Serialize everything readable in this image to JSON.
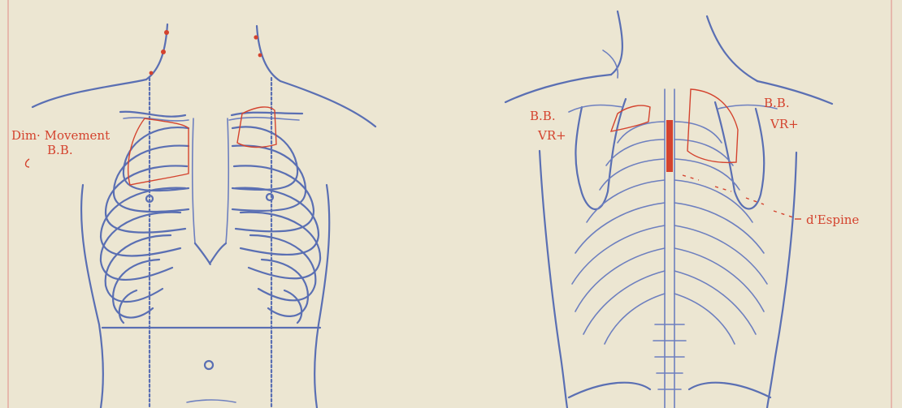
{
  "annotations": {
    "front_left_line1": "Dim· Movement",
    "front_left_line2": "B.B.",
    "back_left_line1": "B.B.",
    "back_left_line2": "VR+",
    "back_right_line1": "B.B.",
    "back_right_line2": "VR+",
    "back_right_sign": "d'Espine"
  },
  "colors": {
    "ink_blue": "#5a6fb3",
    "ink_red": "#d4432e",
    "paper": "#ece6d2"
  }
}
